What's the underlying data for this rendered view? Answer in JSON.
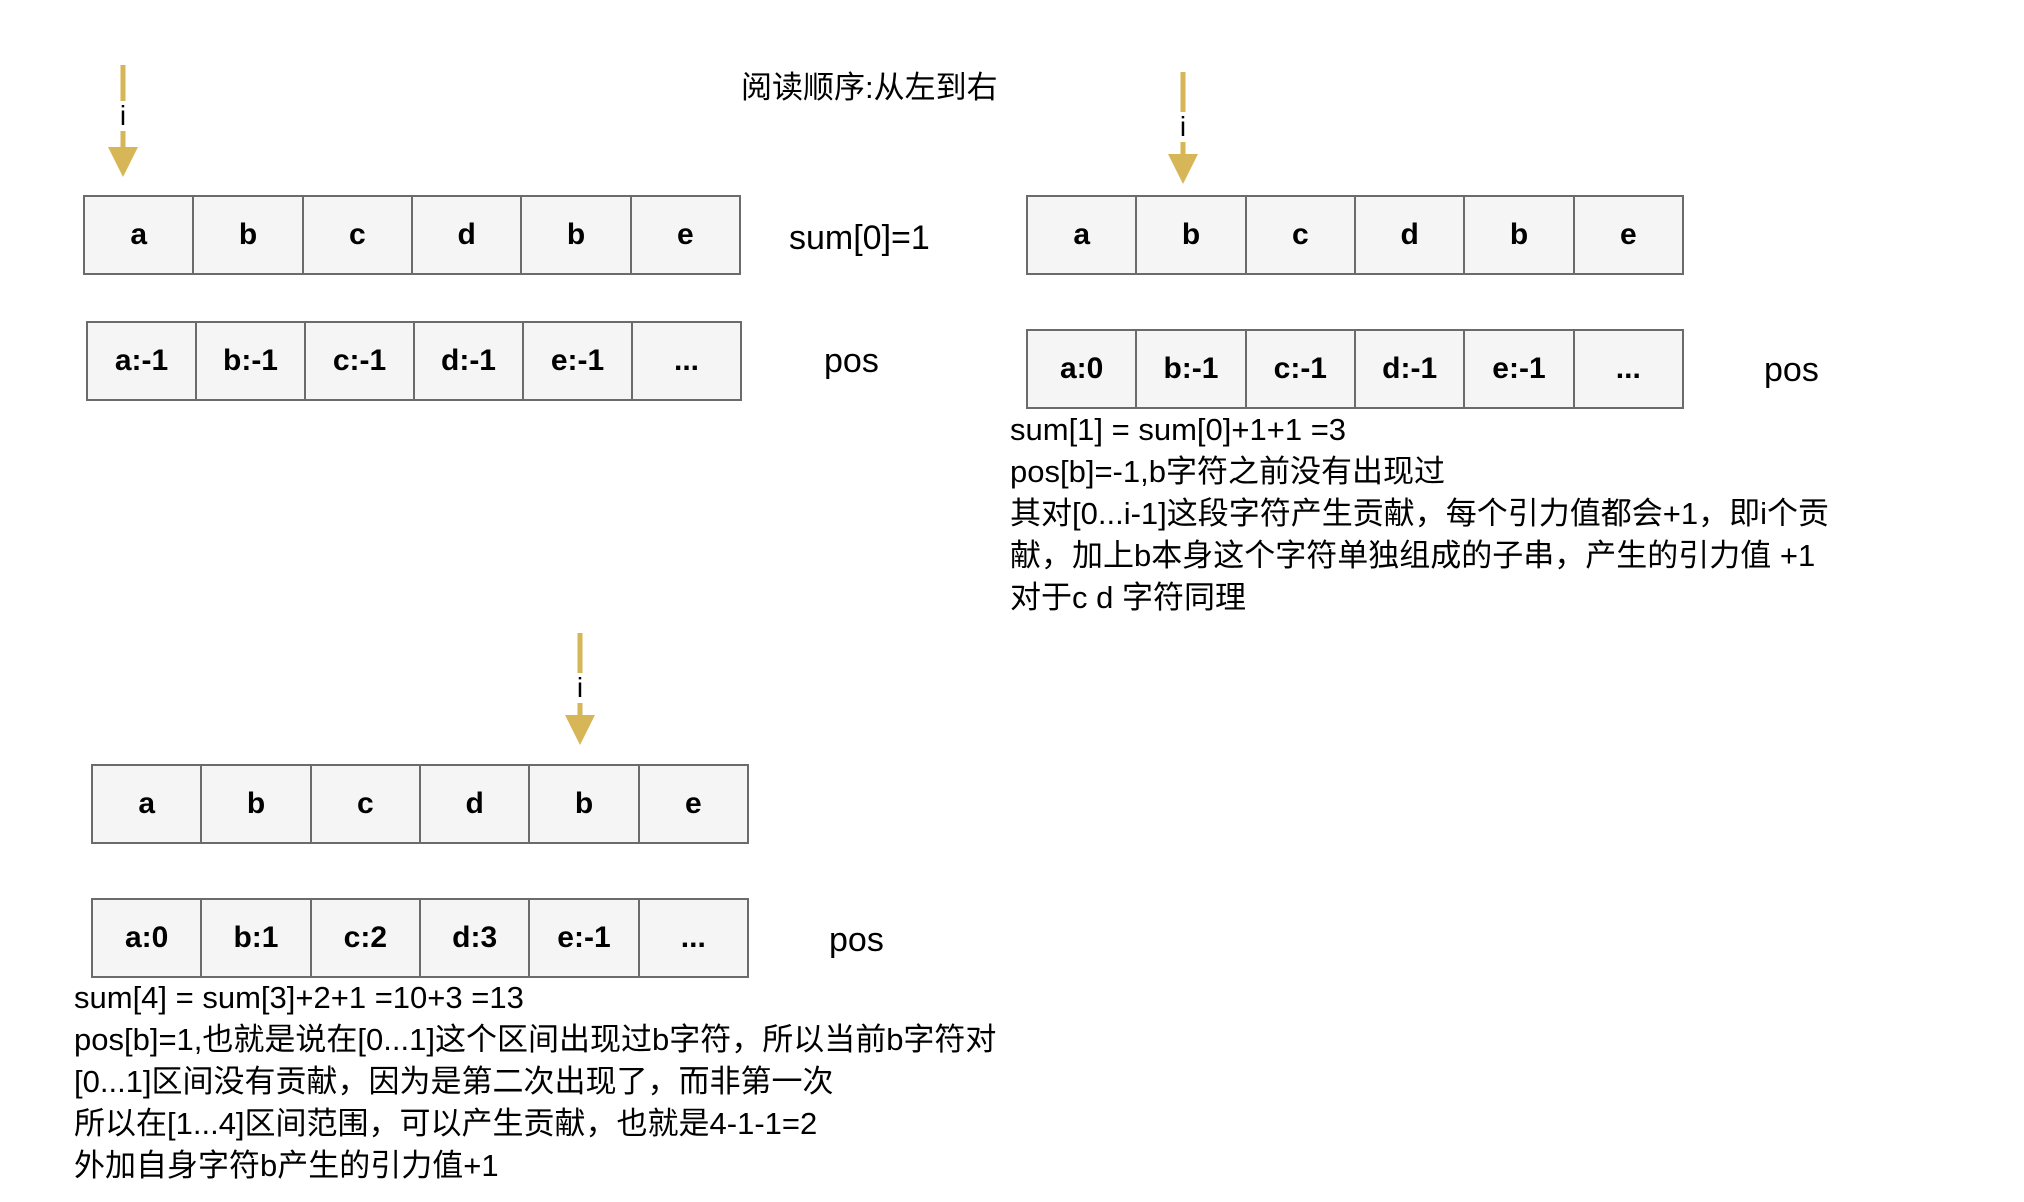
{
  "title": "阅读顺序:从左到右",
  "arrow_color": "#d6b656",
  "panels": [
    {
      "pointer_label": "i",
      "chars": [
        "a",
        "b",
        "c",
        "d",
        "b",
        "e"
      ],
      "sum_label": "sum[0]=1",
      "pos": [
        "a:-1",
        "b:-1",
        "c:-1",
        "d:-1",
        "e:-1",
        "..."
      ],
      "pos_label": "pos",
      "notes": []
    },
    {
      "pointer_label": "i",
      "chars": [
        "a",
        "b",
        "c",
        "d",
        "b",
        "e"
      ],
      "pos": [
        "a:0",
        "b:-1",
        "c:-1",
        "d:-1",
        "e:-1",
        "..."
      ],
      "pos_label": "pos",
      "notes": [
        "sum[1] = sum[0]+1+1 =3",
        "pos[b]=-1,b字符之前没有出现过",
        "其对[0...i-1]这段字符产生贡献，每个引力值都会+1，即i个贡",
        "献，加上b本身这个字符单独组成的子串，产生的引力值 +1",
        "对于c  d 字符同理"
      ]
    },
    {
      "pointer_label": "i",
      "chars": [
        "a",
        "b",
        "c",
        "d",
        "b",
        "e"
      ],
      "pos": [
        "a:0",
        "b:1",
        "c:2",
        "d:3",
        "e:-1",
        "..."
      ],
      "pos_label": "pos",
      "notes": [
        "sum[4] = sum[3]+2+1 =10+3 =13",
        "pos[b]=1,也就是说在[0...1]这个区间出现过b字符，所以当前b字符对",
        "[0...1]区间没有贡献，因为是第二次出现了，而非第一次",
        "所以在[1...4]区间范围，可以产生贡献，也就是4-1-1=2",
        "外加自身字符b产生的引力值+1"
      ]
    }
  ]
}
